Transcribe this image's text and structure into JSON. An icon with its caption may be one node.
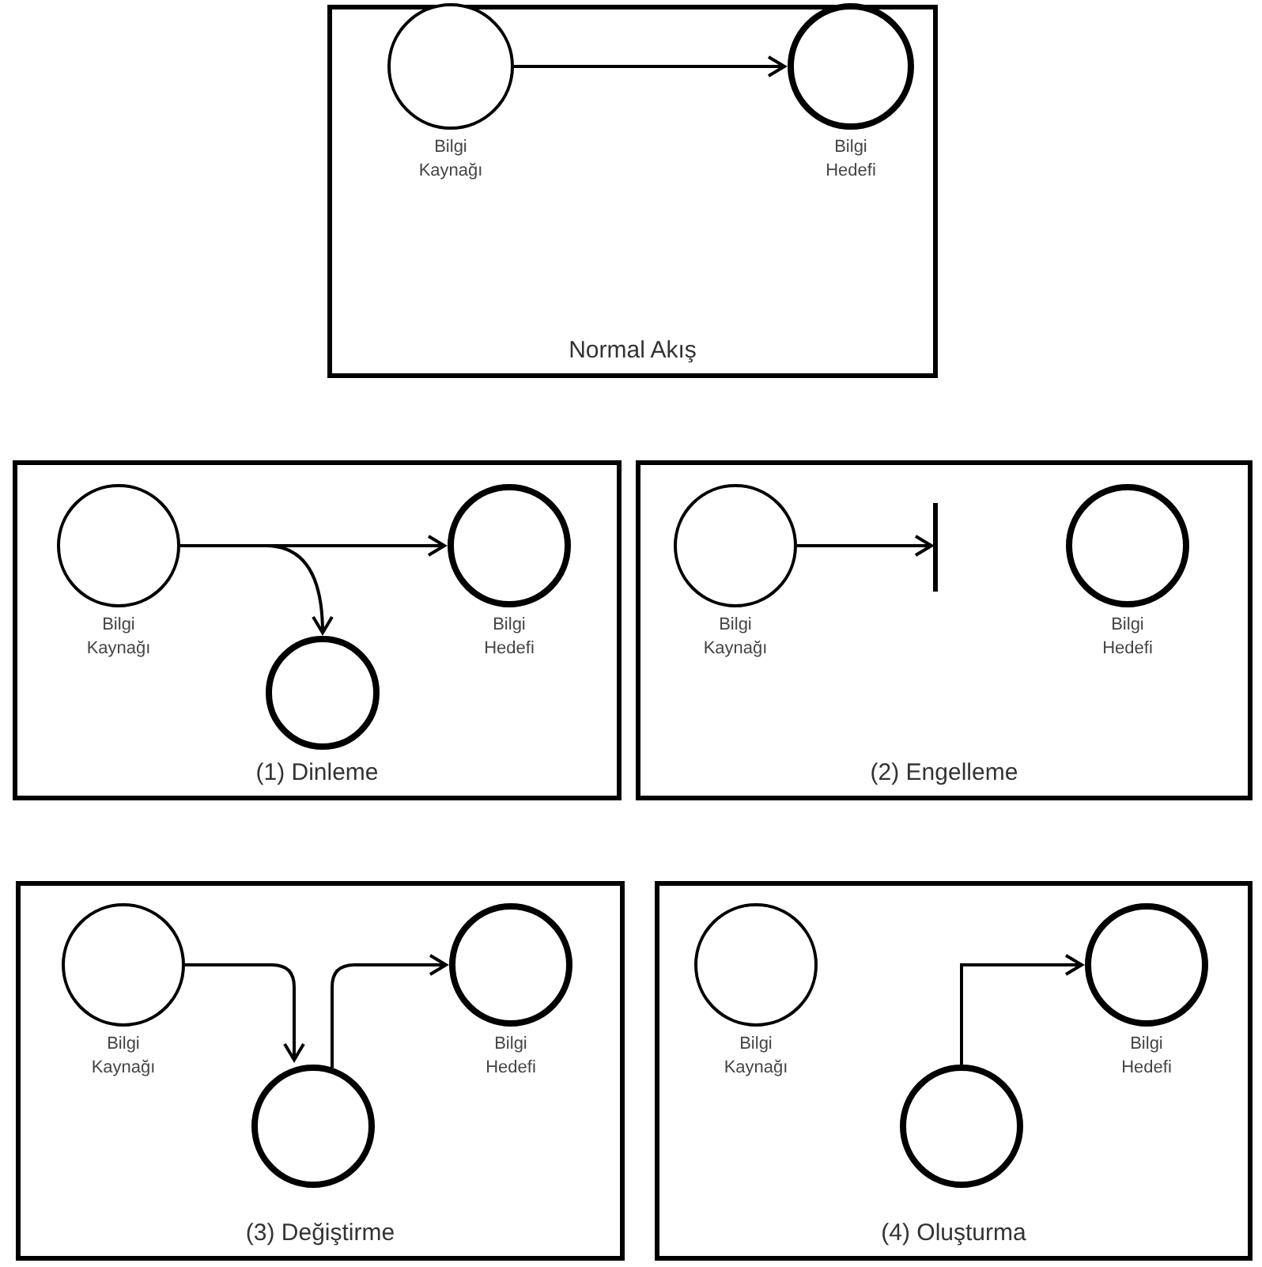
{
  "diagram": {
    "nodes": [
      {
        "text": [
          "Normal Akış"
        ]
      },
      {
        "text": [],
        "shape": "circle",
        "in": 0,
        "beside": [
          "Bilgi Kaynağı"
        ]
      },
      {
        "text": [],
        "shape": "circle",
        "in": 0,
        "beside": [
          "Bilgi Hedefi"
        ]
      },
      {
        "text": [
          "(1) Dinleme"
        ]
      },
      {
        "text": [],
        "shape": "circle",
        "in": 3,
        "beside": [
          "Bilgi Kaynağı"
        ]
      },
      {
        "text": [],
        "shape": "circle",
        "in": 3,
        "beside": [
          "Bilgi Hedefi"
        ]
      },
      {
        "text": [],
        "shape": "circle",
        "in": 3
      },
      {
        "text": [
          "(2) Engelleme"
        ]
      },
      {
        "text": [],
        "shape": "circle",
        "in": 7,
        "beside": [
          "Bilgi Kaynağı"
        ]
      },
      {
        "text": [],
        "shape": "bar",
        "in": 7
      },
      {
        "text": [],
        "shape": "circle",
        "in": 7,
        "beside": [
          "Bilgi Hedefi"
        ]
      },
      {
        "text": [
          "(3) Değiştirme"
        ]
      },
      {
        "text": [],
        "shape": "circle",
        "in": 11,
        "beside": [
          "Bilgi Kaynağı"
        ]
      },
      {
        "text": [],
        "shape": "circle",
        "in": 11
      },
      {
        "text": [],
        "shape": "circle",
        "in": 11,
        "beside": [
          "Bilgi Hedefi"
        ]
      },
      {
        "text": [
          "(4) Oluşturma"
        ]
      },
      {
        "text": [],
        "shape": "circle",
        "in": 15,
        "beside": [
          "Bilgi Kaynağı"
        ]
      },
      {
        "text": [],
        "shape": "circle",
        "in": 15
      },
      {
        "text": [],
        "shape": "circle",
        "in": 15,
        "beside": [
          "Bilgi Hedefi"
        ]
      }
    ],
    "edges": [
      {
        "from": 1,
        "to": 2,
        "arrow": "to"
      },
      {
        "from": 4,
        "to": 5,
        "arrow": "to"
      },
      {
        "from": 4,
        "to": 6,
        "arrow": "to"
      },
      {
        "from": 8,
        "to": 9,
        "arrow": "to"
      },
      {
        "from": 12,
        "to": 13,
        "arrow": "to"
      },
      {
        "from": 13,
        "to": 14,
        "arrow": "to"
      },
      {
        "from": 17,
        "to": 18,
        "arrow": "to"
      }
    ]
  }
}
